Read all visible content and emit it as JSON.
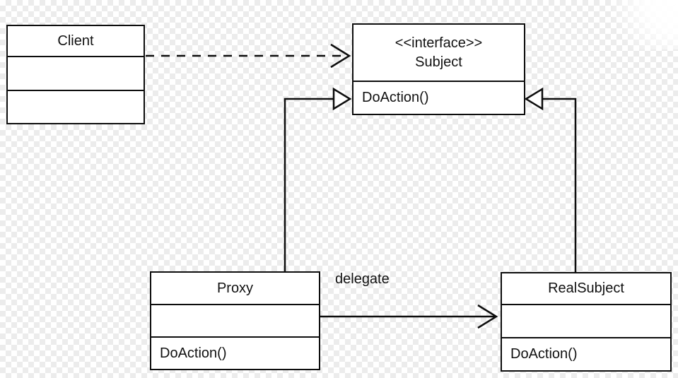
{
  "diagram": {
    "kind": "uml-class-diagram",
    "pattern": "Proxy"
  },
  "colors": {
    "line": "#0d0d0d",
    "box_fill": "#ffffff",
    "checker_gray": "#ececec",
    "background": "#ffffff"
  },
  "classes": {
    "client": {
      "name": "Client"
    },
    "subject": {
      "stereotype": "<<interface>>",
      "name": "Subject",
      "method": "DoAction()"
    },
    "proxy": {
      "name": "Proxy",
      "method": "DoAction()"
    },
    "realSubject": {
      "name": "RealSubject",
      "method": "DoAction()"
    }
  },
  "edges": {
    "delegate_label": "delegate"
  }
}
